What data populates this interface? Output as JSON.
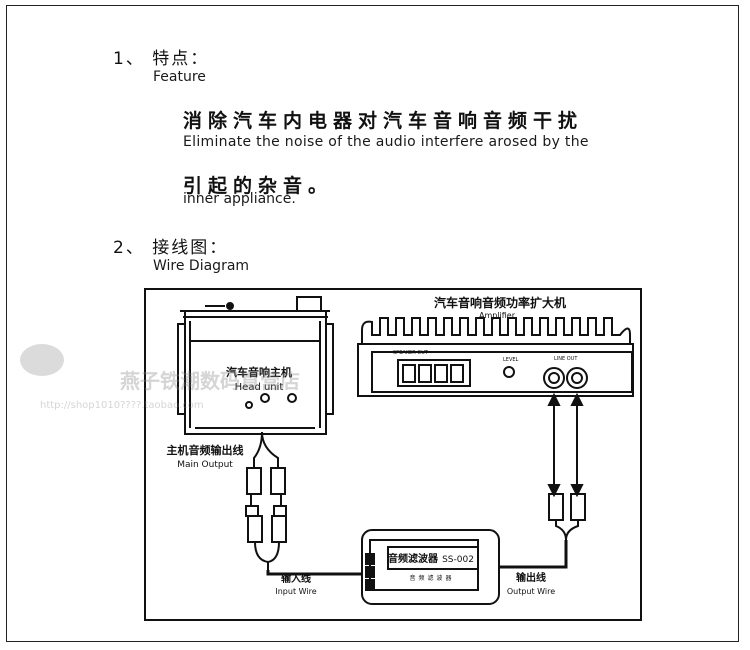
{
  "section1": {
    "heading_zh": "1、 特点：",
    "heading_en": "Feature",
    "line1_zh": "消除汽车内电器对汽车音响音频干扰",
    "line1_en": "Eliminate the noise of the audio interfere arosed by the",
    "line2_zh": "引起的杂音。",
    "line2_en": "inner appliance."
  },
  "section2": {
    "heading_zh": "2、 接线图：",
    "heading_en": "Wire Diagram"
  },
  "diagram": {
    "head_unit_zh": "汽车音响主机",
    "head_unit_en": "Head unit",
    "amplifier_zh": "汽车音响音频功率扩大机",
    "amplifier_en": "Amplifier",
    "speaker_out": "SPEAKER OUT",
    "level_label": "LEVEL",
    "line_out_label": "LINE OUT",
    "main_output_zh": "主机音频输出线",
    "main_output_en": "Main Output",
    "filter_zh": "音频滤波器",
    "filter_model": "SS-002",
    "filter_sub_zh": "音频滤波器",
    "input_wire_zh": "输入线",
    "input_wire_en": "Input Wire",
    "output_wire_zh": "输出线",
    "output_wire_en": "Output Wire"
  },
  "watermark": {
    "shop_name": "燕子铁潮数码直营店",
    "shop_url": "http://shop1010????.taobao.com"
  }
}
